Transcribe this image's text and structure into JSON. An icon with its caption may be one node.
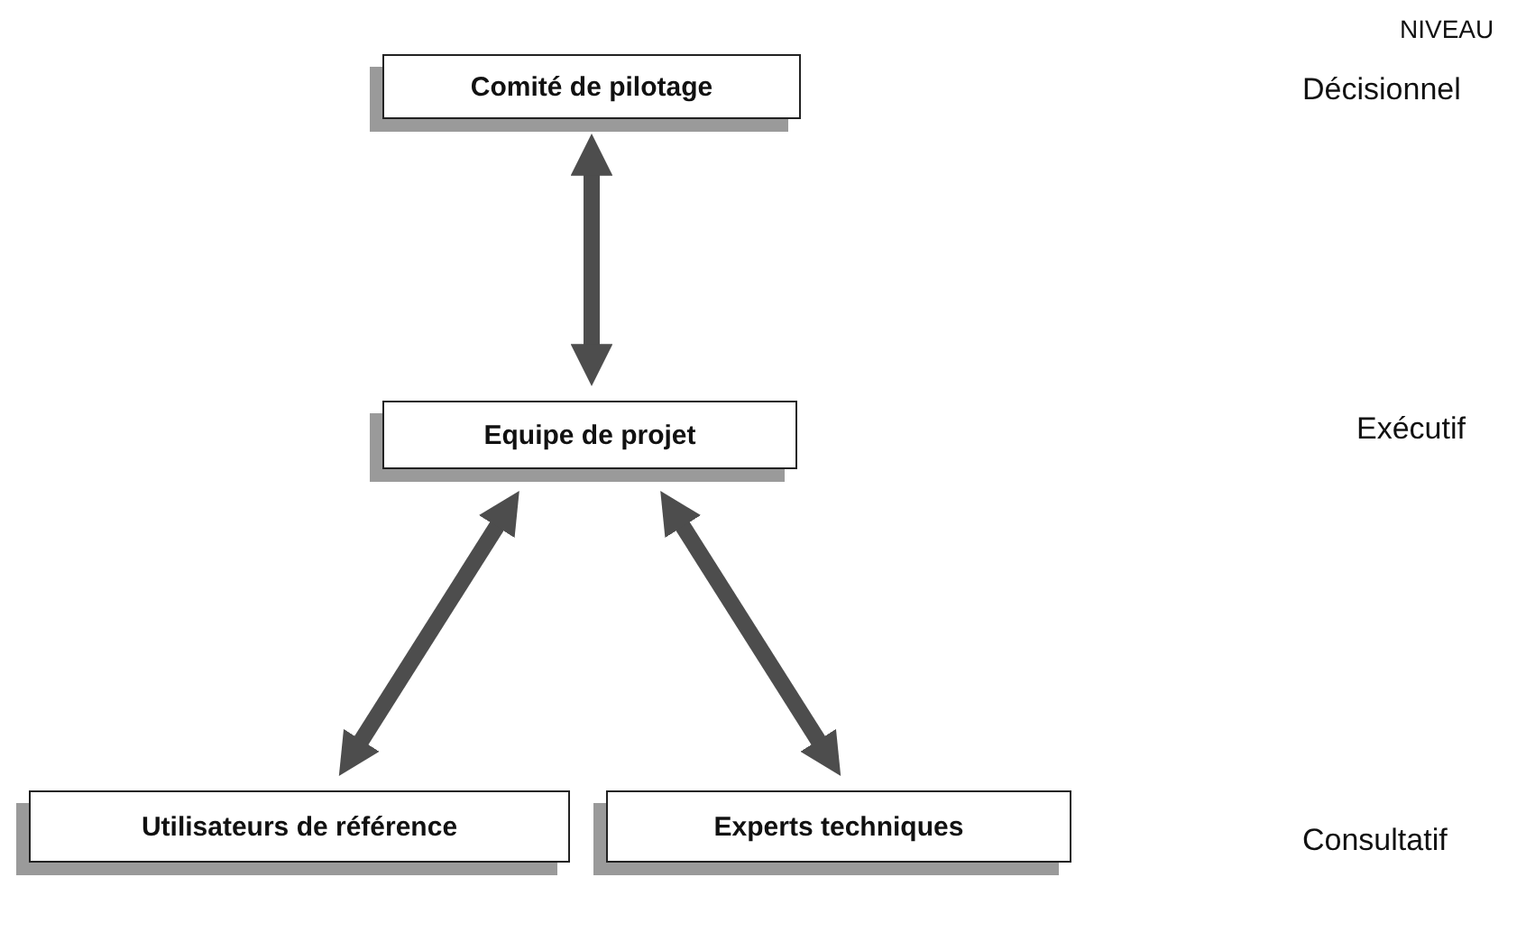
{
  "diagram": {
    "nodes": [
      {
        "text": [
          "Comité de pilotage"
        ]
      },
      {
        "text": [
          "Equipe de projet"
        ]
      },
      {
        "text": [
          "Utilisateurs de référence"
        ]
      },
      {
        "text": [
          "Experts techniques"
        ]
      }
    ],
    "edges": [
      {
        "from": 0,
        "to": 1,
        "arrow": "both"
      },
      {
        "from": 1,
        "to": 2,
        "arrow": "both"
      },
      {
        "from": 1,
        "to": 3,
        "arrow": "both"
      }
    ],
    "labels": [
      "NIVEAU",
      "Décisionnel",
      "Exécutif",
      "Consultatif"
    ]
  }
}
